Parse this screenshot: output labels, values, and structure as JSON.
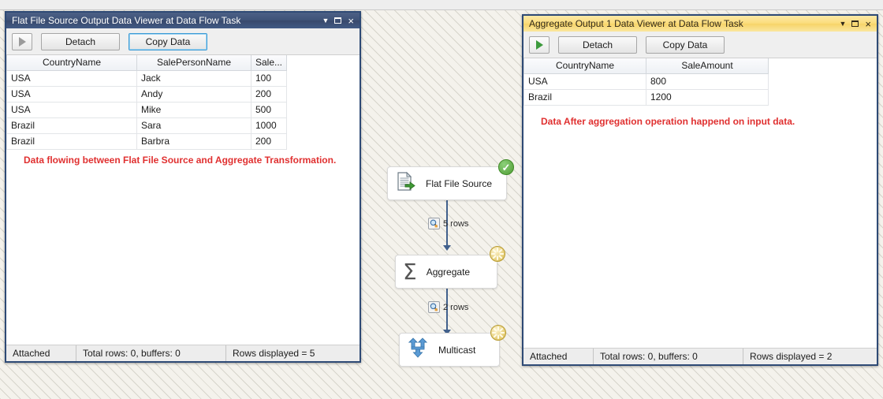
{
  "viewers": [
    {
      "id": "flat-file-source",
      "title": "Flat File Source Output Data Viewer at Data Flow Task",
      "titlebar_style": "blue",
      "play_icon": "play-icon-disabled",
      "detach_label": "Detach",
      "copy_label": "Copy Data",
      "columns": [
        "CountryName",
        "SalePersonName",
        "Sale..."
      ],
      "rows": [
        [
          "USA",
          "Jack",
          "100"
        ],
        [
          "USA",
          "Andy",
          "200"
        ],
        [
          "USA",
          "Mike",
          "500"
        ],
        [
          "Brazil",
          "Sara",
          "1000"
        ],
        [
          "Brazil",
          "Barbra",
          "200"
        ]
      ],
      "note": "Data flowing between Flat File Source and Aggregate Transformation.",
      "note_color": "#e03030",
      "status": {
        "attached": "Attached",
        "totals": "Total rows: 0, buffers: 0",
        "displayed": "Rows displayed = 5"
      }
    },
    {
      "id": "aggregate-output-1",
      "title": "Aggregate Output 1 Data Viewer at Data Flow Task",
      "titlebar_style": "gold",
      "play_icon": "play-icon-enabled",
      "detach_label": "Detach",
      "copy_label": "Copy Data",
      "columns": [
        "CountryName",
        "SaleAmount"
      ],
      "rows": [
        [
          "USA",
          "800"
        ],
        [
          "Brazil",
          "1200"
        ]
      ],
      "note": "Data After aggregation operation happend on input data.",
      "note_color": "#e03030",
      "status": {
        "attached": "Attached",
        "totals": "Total rows: 0, buffers: 0",
        "displayed": "Rows displayed = 2"
      }
    }
  ],
  "window_controls": {
    "dropdown": "▼",
    "close": "×"
  },
  "dataflow": {
    "nodes": [
      {
        "name": "Flat File Source",
        "icon": "flat-file-source-icon",
        "badge": "success-badge",
        "badge_glyph": "✓"
      },
      {
        "name": "Aggregate",
        "icon": "aggregate-sigma-icon",
        "badge": "busy-badge",
        "badge_glyph": ""
      },
      {
        "name": "Multicast",
        "icon": "multicast-icon",
        "badge": "busy-badge",
        "badge_glyph": ""
      }
    ],
    "connectors": [
      {
        "label": "5 rows",
        "icon": "data-viewer-magnifier-icon"
      },
      {
        "label": "2 rows",
        "icon": "data-viewer-magnifier-icon"
      }
    ]
  }
}
